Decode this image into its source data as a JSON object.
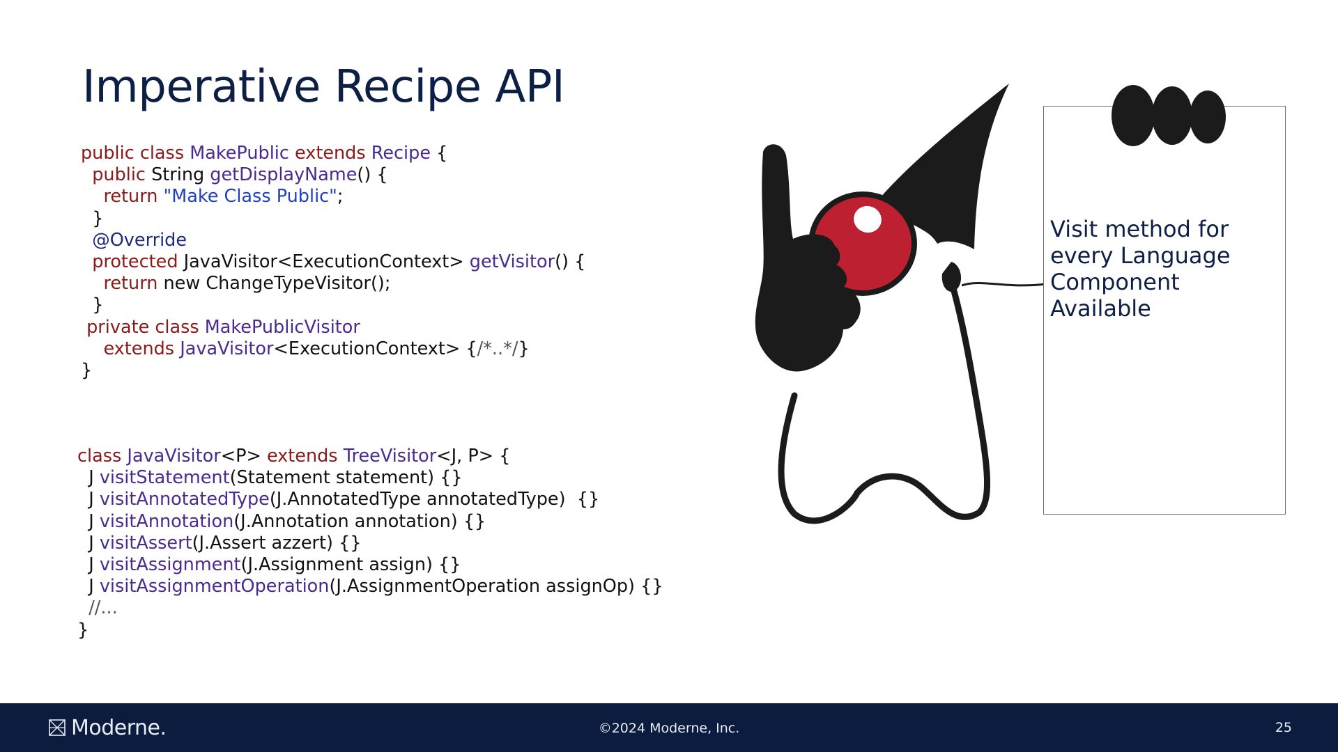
{
  "slide": {
    "title": "Imperative Recipe API"
  },
  "code_top": [
    [
      [
        "kw",
        "public class "
      ],
      [
        "ty",
        "MakePublic "
      ],
      [
        "kw",
        "extends "
      ],
      [
        "ty",
        "Recipe "
      ],
      [
        "tx",
        "{"
      ]
    ],
    [
      [
        "tx",
        "  "
      ],
      [
        "kw",
        "public "
      ],
      [
        "tx",
        "String "
      ],
      [
        "ty",
        "getDisplayName"
      ],
      [
        "tx",
        "() {"
      ]
    ],
    [
      [
        "tx",
        "    "
      ],
      [
        "kw",
        "return "
      ],
      [
        "str",
        "\"Make Class Public\""
      ],
      [
        "tx",
        ";"
      ]
    ],
    [
      [
        "tx",
        "  }"
      ]
    ],
    [
      [
        "tx",
        "  "
      ],
      [
        "ann",
        "@Override"
      ]
    ],
    [
      [
        "tx",
        "  "
      ],
      [
        "kw",
        "protected "
      ],
      [
        "tx",
        "JavaVisitor<ExecutionContext> "
      ],
      [
        "ty",
        "getVisitor"
      ],
      [
        "tx",
        "() {"
      ]
    ],
    [
      [
        "tx",
        "    "
      ],
      [
        "kw",
        "return "
      ],
      [
        "tx",
        "new ChangeTypeVisitor();"
      ]
    ],
    [
      [
        "tx",
        "  }"
      ]
    ],
    [
      [
        "tx",
        " "
      ],
      [
        "kw",
        "private class "
      ],
      [
        "ty",
        "MakePublicVisitor"
      ]
    ],
    [
      [
        "tx",
        "    "
      ],
      [
        "kw",
        "extends "
      ],
      [
        "ty",
        "JavaVisitor"
      ],
      [
        "tx",
        "<ExecutionContext> {"
      ],
      [
        "cmt",
        "/*..*/"
      ],
      [
        "tx",
        "}"
      ]
    ],
    [
      [
        "tx",
        "}"
      ]
    ]
  ],
  "code_bottom": [
    [
      [
        "kw",
        "class "
      ],
      [
        "ty",
        "JavaVisitor"
      ],
      [
        "tx",
        "<P> "
      ],
      [
        "kw",
        "extends "
      ],
      [
        "ty",
        "TreeVisitor"
      ],
      [
        "tx",
        "<J, P> {"
      ]
    ],
    [
      [
        "tx",
        "  J "
      ],
      [
        "ty",
        "visitStatement"
      ],
      [
        "tx",
        "(Statement statement) {}"
      ]
    ],
    [
      [
        "tx",
        "  J "
      ],
      [
        "ty",
        "visitAnnotatedType"
      ],
      [
        "tx",
        "(J.AnnotatedType annotatedType)  {}"
      ]
    ],
    [
      [
        "tx",
        "  J "
      ],
      [
        "ty",
        "visitAnnotation"
      ],
      [
        "tx",
        "(J.Annotation annotation) {}"
      ]
    ],
    [
      [
        "tx",
        "  J "
      ],
      [
        "ty",
        "visitAssert"
      ],
      [
        "tx",
        "(J.Assert azzert) {}"
      ]
    ],
    [
      [
        "tx",
        "  J "
      ],
      [
        "ty",
        "visitAssignment"
      ],
      [
        "tx",
        "(J.Assignment assign) {}"
      ]
    ],
    [
      [
        "tx",
        "  J "
      ],
      [
        "ty",
        "visitAssignmentOperation"
      ],
      [
        "tx",
        "(J.AssignmentOperation assignOp) {}"
      ]
    ],
    [
      [
        "cmt",
        "  //..."
      ]
    ],
    [
      [
        "tx",
        "}"
      ]
    ]
  ],
  "callout": {
    "text": "Visit method for every Language Component Available"
  },
  "footer": {
    "logo_text": "Moderne.",
    "copyright": "©2024 Moderne, Inc.",
    "page_number": "25"
  },
  "colors": {
    "keyword": "#8b1a1a",
    "type": "#4b2a8f",
    "string": "#1f3fbf",
    "annotation": "#1e2a7a",
    "footer_bg": "#0b1c3e",
    "title": "#0d1f44",
    "duke_red": "#bd2030"
  },
  "icons": {
    "mascot": "duke-mascot-illustration",
    "logo": "moderne-logo-icon"
  }
}
